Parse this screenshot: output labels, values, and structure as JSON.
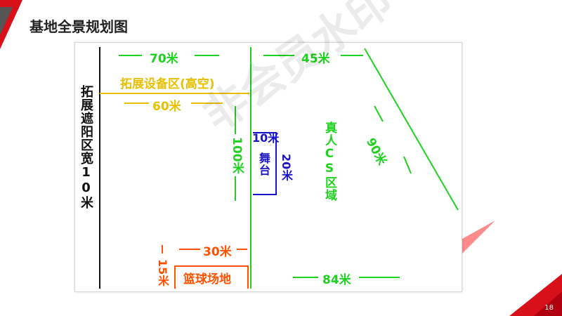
{
  "title": "基地全景规划图",
  "page_number": "18",
  "watermark": "非会员水印",
  "labels": {
    "w70": "70米",
    "expansion_area": "拓展设备区(高空)",
    "w60": "60米",
    "shade_area": "拓展遮阳区宽10米",
    "h100": "100米",
    "stage_w": "10米",
    "stage": "舞台",
    "stage_h": "20米",
    "w45": "45米",
    "cs_area": "真人CS区域",
    "d90": "90米",
    "w30": "30米",
    "h15": "15米",
    "court": "篮球场地",
    "w84": "84米"
  },
  "colors": {
    "green": "#1fd11f",
    "yellow": "#e8c000",
    "blue": "#1a16c8",
    "red": "#ff5200",
    "brand_red": "#d8101a"
  }
}
